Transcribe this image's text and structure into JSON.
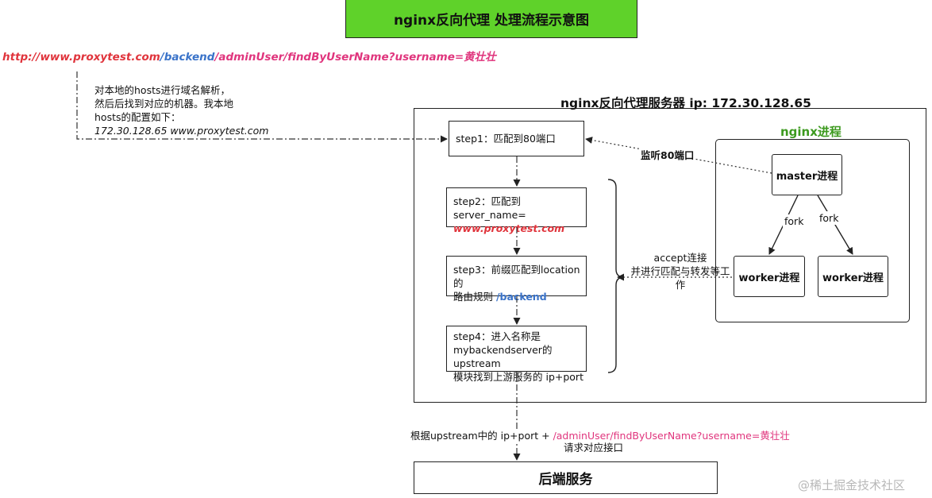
{
  "title": "nginx反向代理 处理流程示意图",
  "url": {
    "scheme_host": "http://www.proxytest.com",
    "backend": "/backend",
    "rest": "/adminUser/findByUserName?username=黄壮壮"
  },
  "hosts_note": {
    "line1": "对本地的hosts进行域名解析，",
    "line2": "然后后找到对应的机器。我本地",
    "line3": "hosts的配置如下：",
    "line4": "172.30.128.65 www.proxytest.com"
  },
  "server_title": "nginx反向代理服务器 ip: 172.30.128.65",
  "process_title": "nginx进程",
  "steps": {
    "step1": "step1：匹配到80端口",
    "step2_line1": "step2：匹配到server_name=",
    "step2_line2": "www.proxytest.com",
    "step3_line1": "step3：前缀匹配到location的",
    "step3_line2": "路由规则 ",
    "step3_highlight": "/backend",
    "step4_line1": "step4：进入名称是",
    "step4_line2": "mybackendserver的upstream",
    "step4_line3": "模块找到上游服务的 ip+port"
  },
  "processes": {
    "master": "master进程",
    "worker1": "worker进程",
    "worker2": "worker进程",
    "fork_left": "fork",
    "fork_right": "fork"
  },
  "labels": {
    "listen": "监听80端口",
    "accept_line1": "accept连接",
    "accept_line2": "并进行匹配与转发等工作",
    "upstream_prefix": "根据upstream中的  ip+port   + ",
    "upstream_path": "/adminUser/findByUserName?username=黄壮壮",
    "request_api": "请求对应接口"
  },
  "backend_service": "后端服务",
  "watermark": "@稀土掘金技术社区",
  "colors": {
    "title_fill": "#5fd22a",
    "process_title": "#3d9a1f",
    "pink": "#e0357d",
    "blue": "#3a73c9",
    "red": "#e0343c"
  }
}
